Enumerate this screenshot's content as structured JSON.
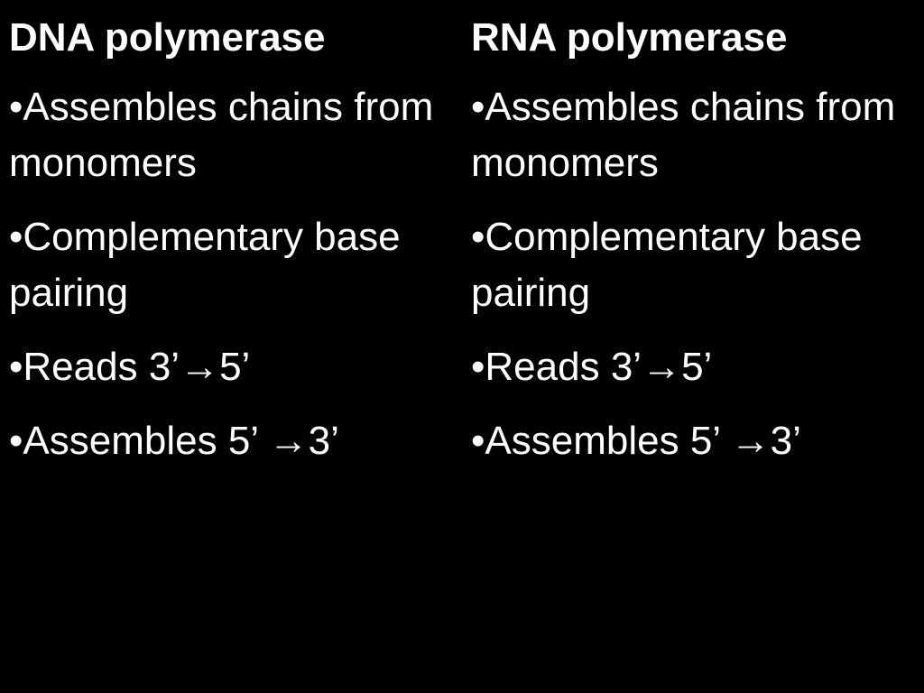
{
  "colors": {
    "background": "#000000",
    "text": "#ffffff"
  },
  "columns": [
    {
      "heading": "DNA polymerase",
      "bullets": [
        "•Assembles chains from monomers",
        "•Complementary base pairing",
        "•Reads 3’→5’",
        "•Assembles 5’ →3’"
      ]
    },
    {
      "heading": "RNA polymerase",
      "bullets": [
        "•Assembles chains from monomers",
        "•Complementary base pairing",
        "•Reads 3’→5’",
        "•Assembles 5’ →3’"
      ]
    }
  ]
}
